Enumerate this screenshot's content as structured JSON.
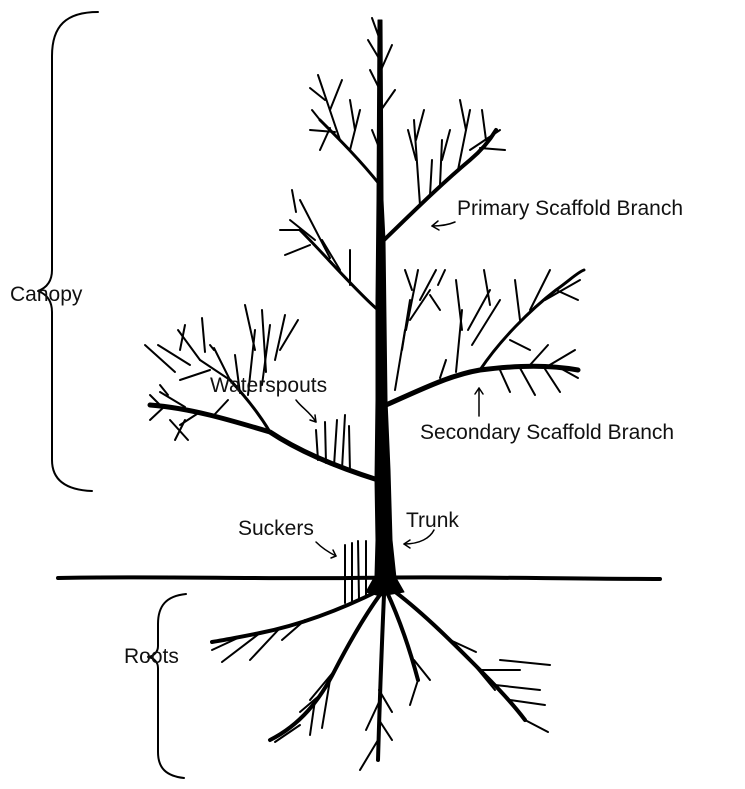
{
  "labels": {
    "canopy": "Canopy",
    "roots": "Roots",
    "primary_scaffold": "Primary Scaffold Branch",
    "secondary_scaffold": "Secondary Scaffold Branch",
    "waterspouts": "Waterspouts",
    "suckers": "Suckers",
    "trunk": "Trunk"
  },
  "colors": {
    "ink": "#000000",
    "background": "#ffffff"
  }
}
